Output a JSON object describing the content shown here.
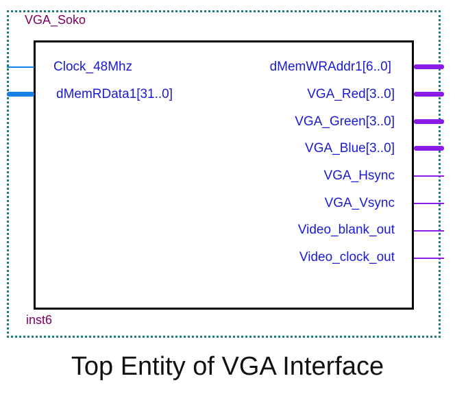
{
  "entity": {
    "name": "VGA_Soko",
    "instance": "inst6"
  },
  "inputs": [
    {
      "label": "Clock_48Mhz",
      "bus": false
    },
    {
      "label": "dMemRData1[31..0]",
      "bus": true
    }
  ],
  "outputs": [
    {
      "label": "dMemWRAddr1[6..0]",
      "bus": true
    },
    {
      "label": "VGA_Red[3..0]",
      "bus": true
    },
    {
      "label": "VGA_Green[3..0]",
      "bus": true
    },
    {
      "label": "VGA_Blue[3..0]",
      "bus": true
    },
    {
      "label": "VGA_Hsync",
      "bus": false
    },
    {
      "label": "VGA_Vsync",
      "bus": false
    },
    {
      "label": "Video_blank_out",
      "bus": false
    },
    {
      "label": "Video_clock_out",
      "bus": false
    }
  ],
  "caption": "Top Entity of VGA Interface",
  "colors": {
    "input_wire": "#1a7fe6",
    "output_wire": "#8a1ae6",
    "label": "#1a1ad6",
    "entity_text": "#800060",
    "border_dots": "#1f7a7a"
  }
}
